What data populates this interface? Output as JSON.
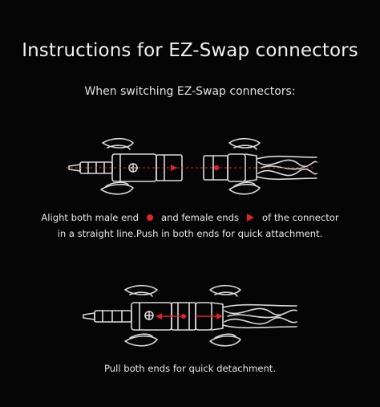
{
  "title": "Instructions for EZ-Swap connectors",
  "subtitle": "When switching EZ-Swap connectors:",
  "attach": {
    "line1_part1": "Alight both male end",
    "line1_part2": "and female ends",
    "line1_part3": "of the connector",
    "line2": "in a straight line.Push in both ends for quick attachment."
  },
  "detach": {
    "caption": "Pull both ends for quick detachment."
  },
  "colors": {
    "accent": "#e1222b",
    "background": "#050505",
    "line_art": "#d9d9d9"
  },
  "icons": {
    "male_marker": "red-dot-icon",
    "female_marker": "red-triangle-icon"
  }
}
